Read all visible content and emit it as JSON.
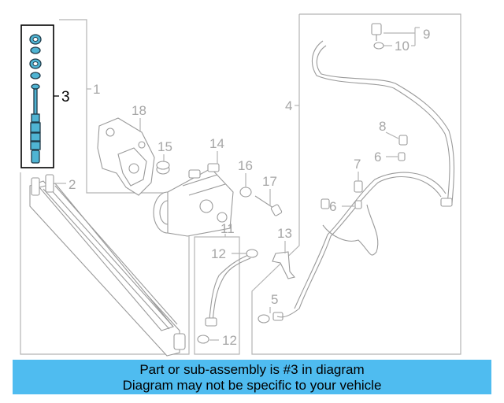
{
  "callouts": {
    "c1": "1",
    "c2": "2",
    "c3": "3",
    "c4": "4",
    "c5": "5",
    "c6a": "6",
    "c6b": "6",
    "c7": "7",
    "c8": "8",
    "c9": "9",
    "c10": "10",
    "c11": "11",
    "c12a": "12",
    "c12b": "12",
    "c13": "13",
    "c14": "14",
    "c15": "15",
    "c16": "16",
    "c17": "17",
    "c18": "18"
  },
  "caption": {
    "line1": "Part or sub-assembly is #3 in diagram",
    "line2": "Diagram may not be specific to your vehicle"
  },
  "colors": {
    "highlight": "#4fb4d3",
    "banner": "#4fbcf0",
    "line_art": "#9a9a9a"
  }
}
